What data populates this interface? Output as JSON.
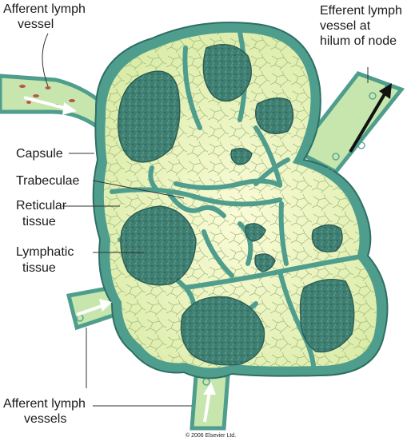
{
  "labels": {
    "afferent_top_line1": "Afferent lymph",
    "afferent_top_line2": "vessel",
    "efferent_line1": "Efferent lymph",
    "efferent_line2": "vessel at",
    "efferent_line3": "hilum of node",
    "capsule": "Capsule",
    "trabeculae": "Trabeculae",
    "reticular_line1": "Reticular",
    "reticular_line2": "tissue",
    "lymphatic_line1": "Lymphatic",
    "lymphatic_line2": "tissue",
    "afferent_bottom_line1": "Afferent lymph",
    "afferent_bottom_line2": "vessels"
  },
  "copyright": "© 2006 Elsevier Ltd.",
  "colors": {
    "capsule": "#4f9e8d",
    "capsule_dark": "#2f6f63",
    "sinus": "#e9f2b8",
    "sinus_light": "#f6f8cf",
    "vessel": "#c6e6ad",
    "nodule": "#3f7f72",
    "nodule_dark": "#2c5f55",
    "arrow": "#ffffff",
    "efferent_arrow": "#111111"
  }
}
